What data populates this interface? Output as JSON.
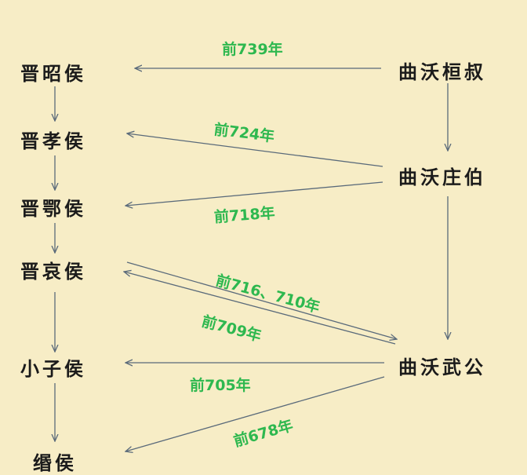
{
  "left_nodes": {
    "zhao": "晋昭侯",
    "xiao": "晋孝侯",
    "e": "晋鄂侯",
    "ai": "晋哀侯",
    "xiaozi": "小子侯",
    "min": "缗侯"
  },
  "right_nodes": {
    "huanshu": "曲沃桓叔",
    "zhuangbo": "曲沃庄伯",
    "wugong": "曲沃武公"
  },
  "labels": {
    "y739": "前739年",
    "y724": "前724年",
    "y718": "前718年",
    "y716_710": "前716、710年",
    "y709": "前709年",
    "y705": "前705年",
    "y678": "前678年"
  },
  "colors": {
    "background": "#f7edc6",
    "arrow": "#5a6a7a",
    "label": "#2eb84f",
    "node_text": "#1b1b1b"
  }
}
